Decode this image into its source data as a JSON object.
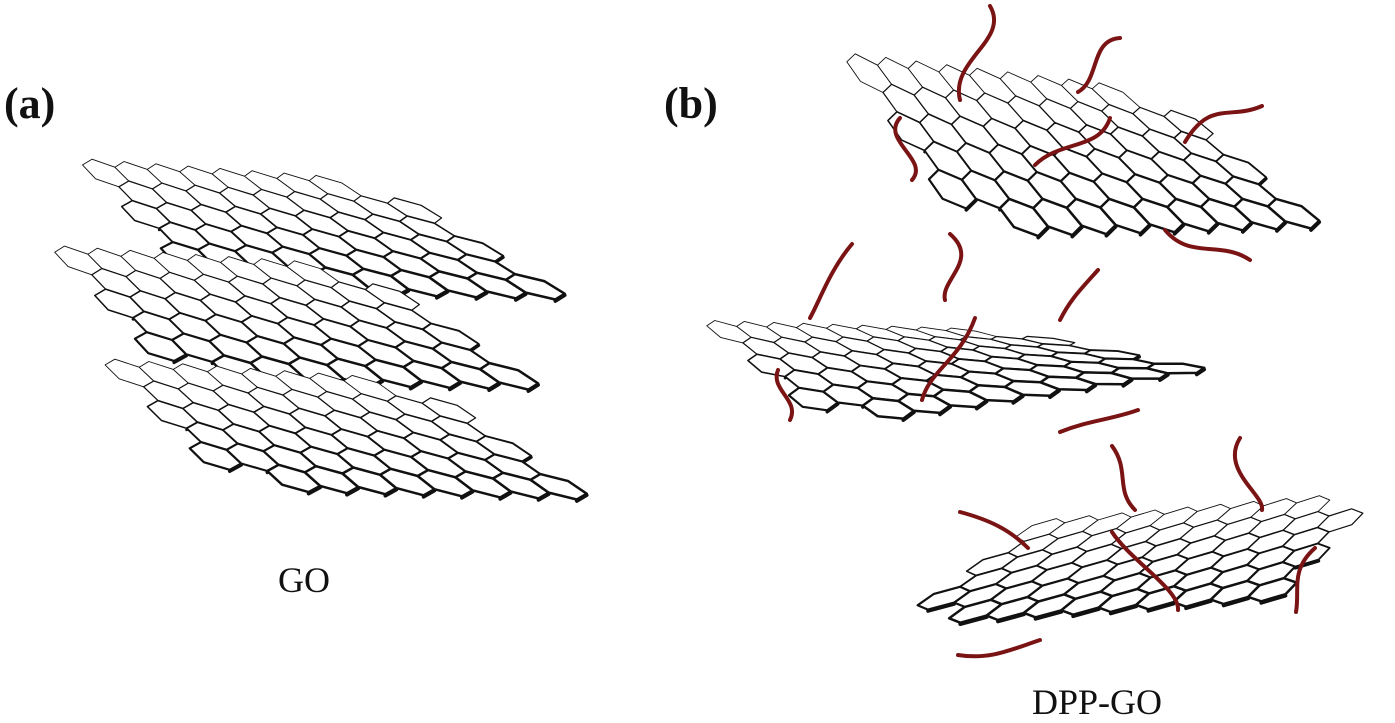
{
  "panels": [
    {
      "label": "(a)",
      "caption": "GO"
    },
    {
      "label": "(b)",
      "caption": "DPP-GO"
    }
  ],
  "colors": {
    "lattice_stroke": "#111111",
    "lattice_fill": "#ffffff",
    "chain": "#7a1414"
  },
  "icons": [
    "graphene-sheet-icon",
    "polymer-chain-icon"
  ]
}
